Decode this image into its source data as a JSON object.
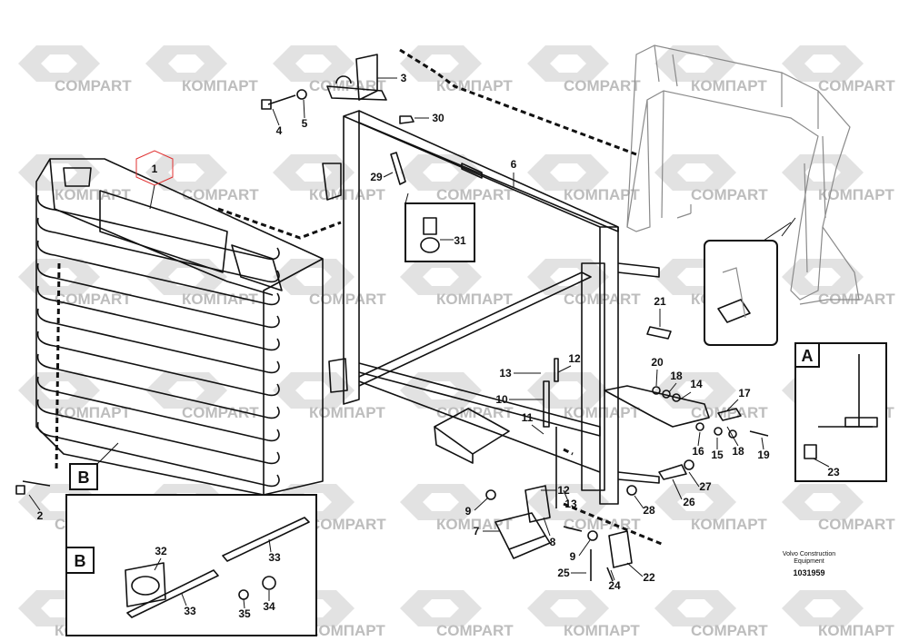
{
  "watermark": {
    "texts": [
      "COMPART",
      "КОМПАРТ"
    ],
    "color": "#bdbdbd"
  },
  "highlight_color": "#e03030",
  "callouts": [
    {
      "id": "c1",
      "text": "1"
    },
    {
      "id": "c2",
      "text": "2"
    },
    {
      "id": "c3",
      "text": "3"
    },
    {
      "id": "c4",
      "text": "4"
    },
    {
      "id": "c5",
      "text": "5"
    },
    {
      "id": "c6",
      "text": "6"
    },
    {
      "id": "c7",
      "text": "7"
    },
    {
      "id": "c8",
      "text": "8"
    },
    {
      "id": "c9a",
      "text": "9"
    },
    {
      "id": "c9b",
      "text": "9"
    },
    {
      "id": "c10",
      "text": "10"
    },
    {
      "id": "c11",
      "text": "11"
    },
    {
      "id": "c12a",
      "text": "12"
    },
    {
      "id": "c12b",
      "text": "12"
    },
    {
      "id": "c13a",
      "text": "13"
    },
    {
      "id": "c13b",
      "text": "13"
    },
    {
      "id": "c14",
      "text": "14"
    },
    {
      "id": "c15",
      "text": "15"
    },
    {
      "id": "c16",
      "text": "16"
    },
    {
      "id": "c17",
      "text": "17"
    },
    {
      "id": "c18a",
      "text": "18"
    },
    {
      "id": "c18b",
      "text": "18"
    },
    {
      "id": "c19",
      "text": "19"
    },
    {
      "id": "c20",
      "text": "20"
    },
    {
      "id": "c21",
      "text": "21"
    },
    {
      "id": "c22",
      "text": "22"
    },
    {
      "id": "c23",
      "text": "23"
    },
    {
      "id": "c24",
      "text": "24"
    },
    {
      "id": "c25",
      "text": "25"
    },
    {
      "id": "c26",
      "text": "26"
    },
    {
      "id": "c27",
      "text": "27"
    },
    {
      "id": "c28",
      "text": "28"
    },
    {
      "id": "c29",
      "text": "29"
    },
    {
      "id": "c30",
      "text": "30"
    },
    {
      "id": "c31",
      "text": "31"
    },
    {
      "id": "c32",
      "text": "32"
    },
    {
      "id": "c33a",
      "text": "33"
    },
    {
      "id": "c33b",
      "text": "33"
    },
    {
      "id": "c34",
      "text": "34"
    },
    {
      "id": "c35",
      "text": "35"
    }
  ],
  "views": {
    "a_label": "A",
    "b_label_main": "B",
    "b_label_detail": "B"
  },
  "footer": {
    "company_line1": "Volvo Construction",
    "company_line2": "Equipment",
    "drawing_number": "1031959"
  }
}
